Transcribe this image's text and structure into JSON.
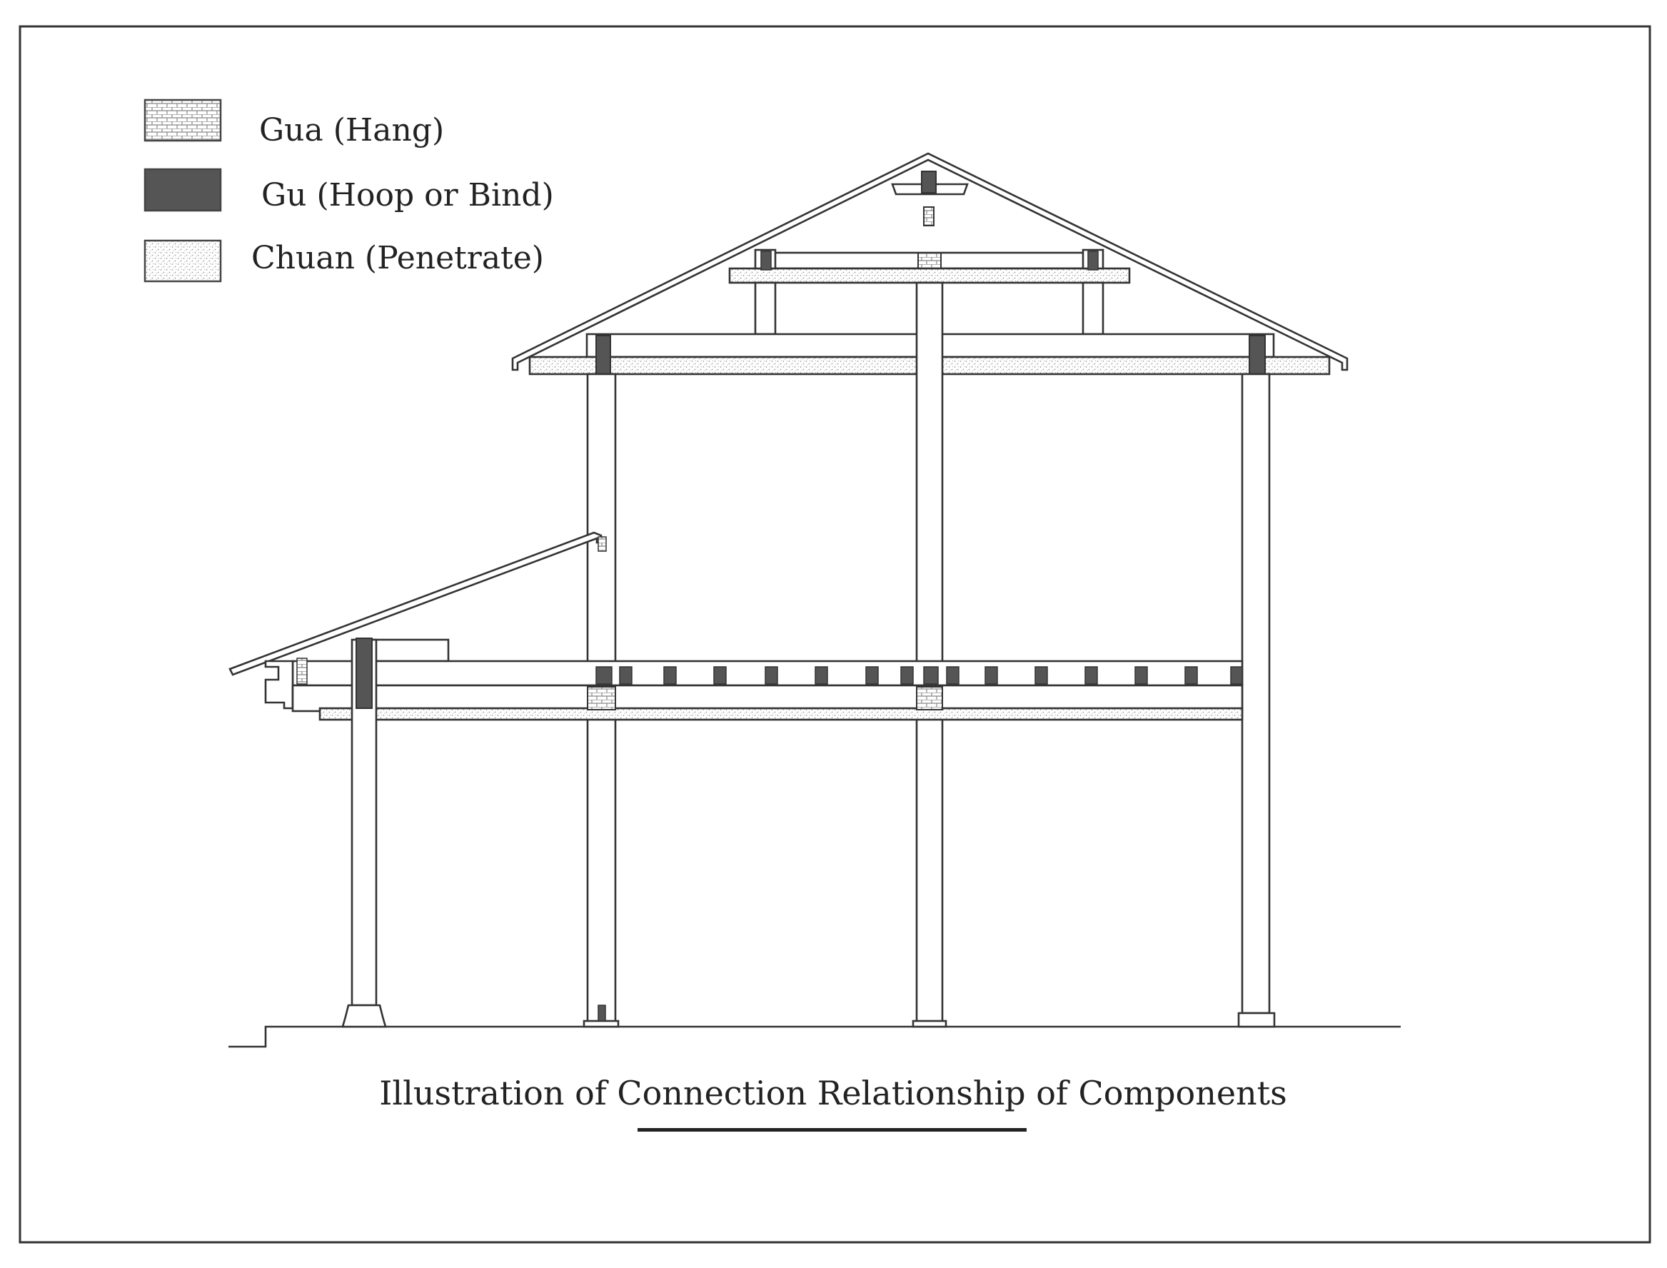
{
  "legend": {
    "items": [
      {
        "key": "gua",
        "label": "Gua (Hang)",
        "pattern": "brick-hatch"
      },
      {
        "key": "gu",
        "label": "Gu (Hoop or Bind)",
        "pattern": "solid-dark"
      },
      {
        "key": "chuan",
        "label": "Chuan (Penetrate)",
        "pattern": "stipple"
      }
    ]
  },
  "caption": "Illustration of Connection Relationship of Components",
  "colors": {
    "line": "#333333",
    "gu_fill": "#555555",
    "gua_pattern": "#888888",
    "chuan_pattern": "#999999",
    "background": "#ffffff"
  }
}
